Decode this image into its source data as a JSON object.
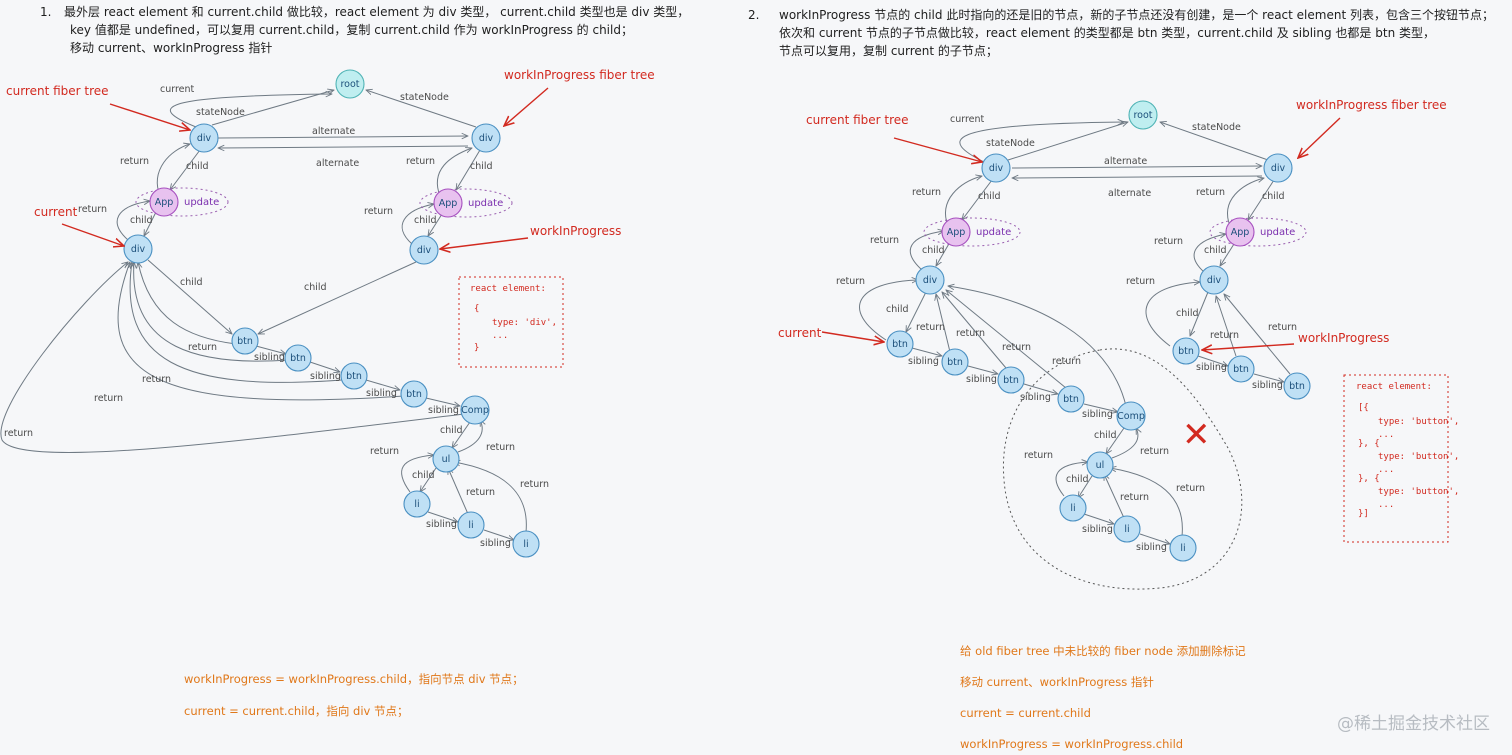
{
  "left": {
    "num": "1.",
    "desc": [
      "最外层 react element 和 current.child 做比较，react element 为 div 类型，  current.child 类型也是 div 类型，",
      "key 值都是 undefined，可以复用 current.child，复制 current.child 作为 workInProgress 的 child；",
      "移动 current、workInProgress 指针"
    ],
    "annotations": {
      "current_fiber_tree": "current fiber tree",
      "wip_fiber_tree": "workInProgress fiber tree",
      "current": "current",
      "wip": "workInProgress"
    },
    "code_box": [
      "react element:",
      "{",
      "type: 'div',",
      "...",
      "}"
    ],
    "footer": [
      "workInProgress = workInProgress.child，指向节点 div 节点；",
      "current = current.child，指向 div 节点；"
    ]
  },
  "right": {
    "num": "2.",
    "desc": [
      "workInProgress 节点的 child 此时指向的还是旧的节点，新的子节点还没有创建，是一个 react element 列表，包含三个按钮节点；",
      "依次和 current 节点的子节点做比较，react element 的类型都是 btn 类型，current.child 及 sibling 也都是 btn 类型，",
      "节点可以复用，复制 current 的子节点；"
    ],
    "annotations": {
      "current_fiber_tree": "current fiber tree",
      "wip_fiber_tree": "workInProgress fiber tree",
      "current": "current",
      "wip": "workInProgress"
    },
    "code_box": [
      "react element:",
      "[{",
      "type: 'button',",
      "...",
      "}, {",
      "type: 'button',",
      "...",
      "}, {",
      "type: 'button',",
      "...",
      "}]"
    ],
    "cross_mark": "✕",
    "footer": [
      "给 old fiber tree 中未比较的 fiber node 添加删除标记",
      "移动 current、workInProgress 指针",
      "current = current.child",
      "workInProgress = workInProgress.child"
    ]
  },
  "nodes": {
    "root": "root",
    "div": "div",
    "app": "App",
    "update": "update",
    "btn": "btn",
    "comp": "Comp",
    "ul": "ul",
    "li": "li"
  },
  "edge_labels": {
    "current": "current",
    "stateNode": "stateNode",
    "alternate": "alternate",
    "return": "return",
    "child": "child",
    "sibling": "sibling"
  },
  "watermark": "@稀土掘金技术社区",
  "colors": {
    "annotation_red": "#d22a20",
    "footer_orange": "#e0781a",
    "node_blue": "#bfe0f5",
    "node_purple": "#e8c2ef",
    "node_teal": "#bfeef0"
  }
}
